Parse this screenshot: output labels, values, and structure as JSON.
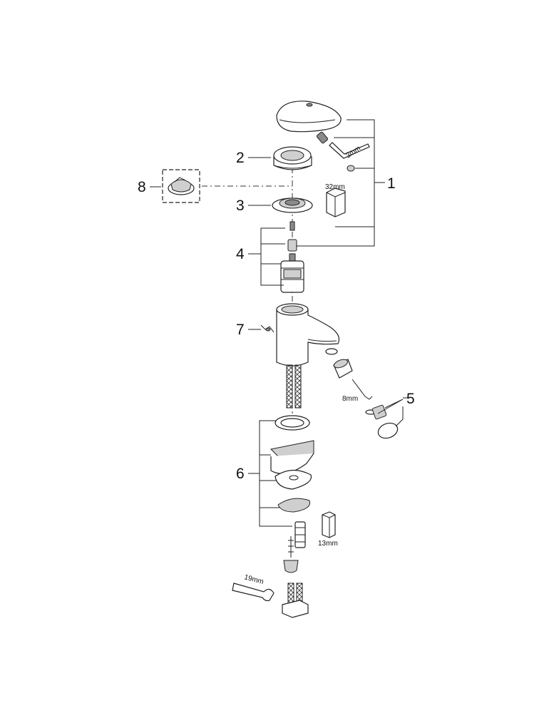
{
  "callouts": {
    "n1": "1",
    "n2": "2",
    "n3": "3",
    "n4": "4",
    "n5": "5",
    "n6": "6",
    "n7": "7",
    "n8": "8"
  },
  "sizes": {
    "allen_key": "3mm",
    "cartridge_nut": "32mm",
    "aerator_key": "8mm",
    "hex_socket": "13mm",
    "wrench": "19mm"
  }
}
